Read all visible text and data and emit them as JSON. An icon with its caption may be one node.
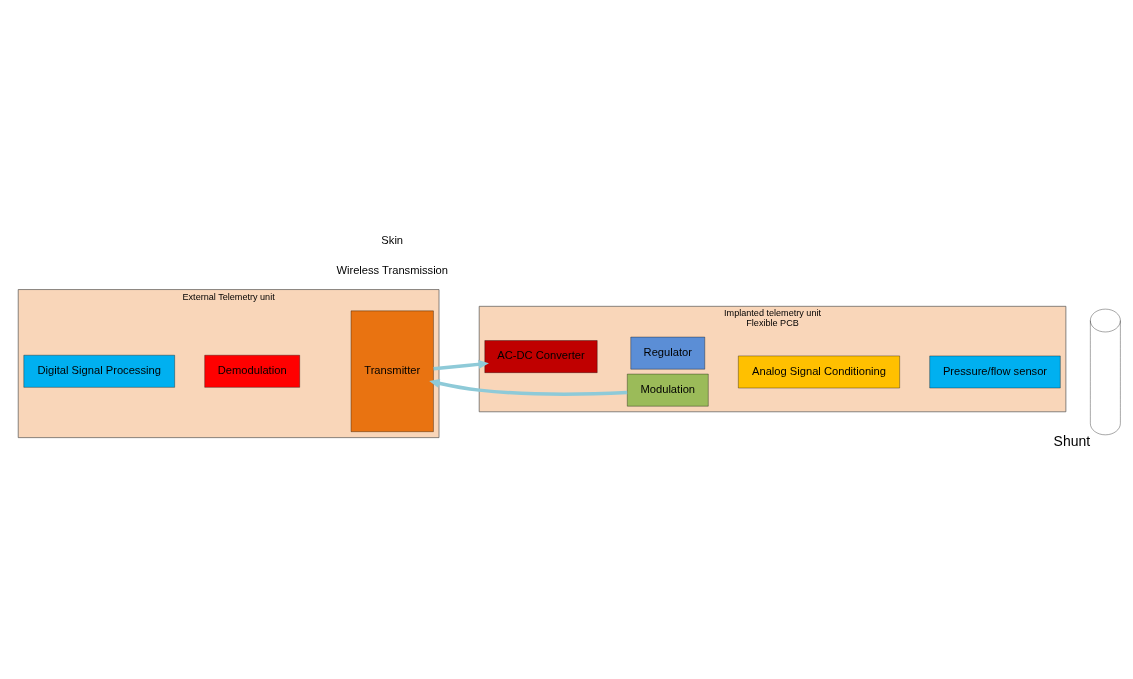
{
  "diagram": {
    "nodes": [
      {
        "text": [
          "External Telemetry unit"
        ]
      },
      {
        "text": [
          "Digital Signal Processing"
        ],
        "in": 0
      },
      {
        "text": [
          "Demodulation"
        ],
        "in": 0
      },
      {
        "text": [
          "Transmitter"
        ],
        "in": 0
      },
      {
        "text": [
          "Implanted telemetry unit",
          "Flexible PCB"
        ]
      },
      {
        "text": [
          "AC-DC Converter"
        ],
        "in": 4
      },
      {
        "text": [
          "Regulator"
        ],
        "in": 4
      },
      {
        "text": [
          "Analog Signal Conditioning"
        ],
        "in": 4
      },
      {
        "text": [
          "Pressure/flow sensor"
        ],
        "in": 4
      },
      {
        "text": [
          "Modulation"
        ],
        "in": 4
      },
      {
        "text": [],
        "shape": "cylinder",
        "beside": [
          "Shunt"
        ]
      }
    ],
    "edges": [
      {
        "from": 3,
        "to": 5,
        "arrow": "to"
      },
      {
        "from": 9,
        "to": 3,
        "arrow": "to"
      }
    ],
    "labels": [
      "Skin",
      "Wireless Transmission"
    ]
  }
}
